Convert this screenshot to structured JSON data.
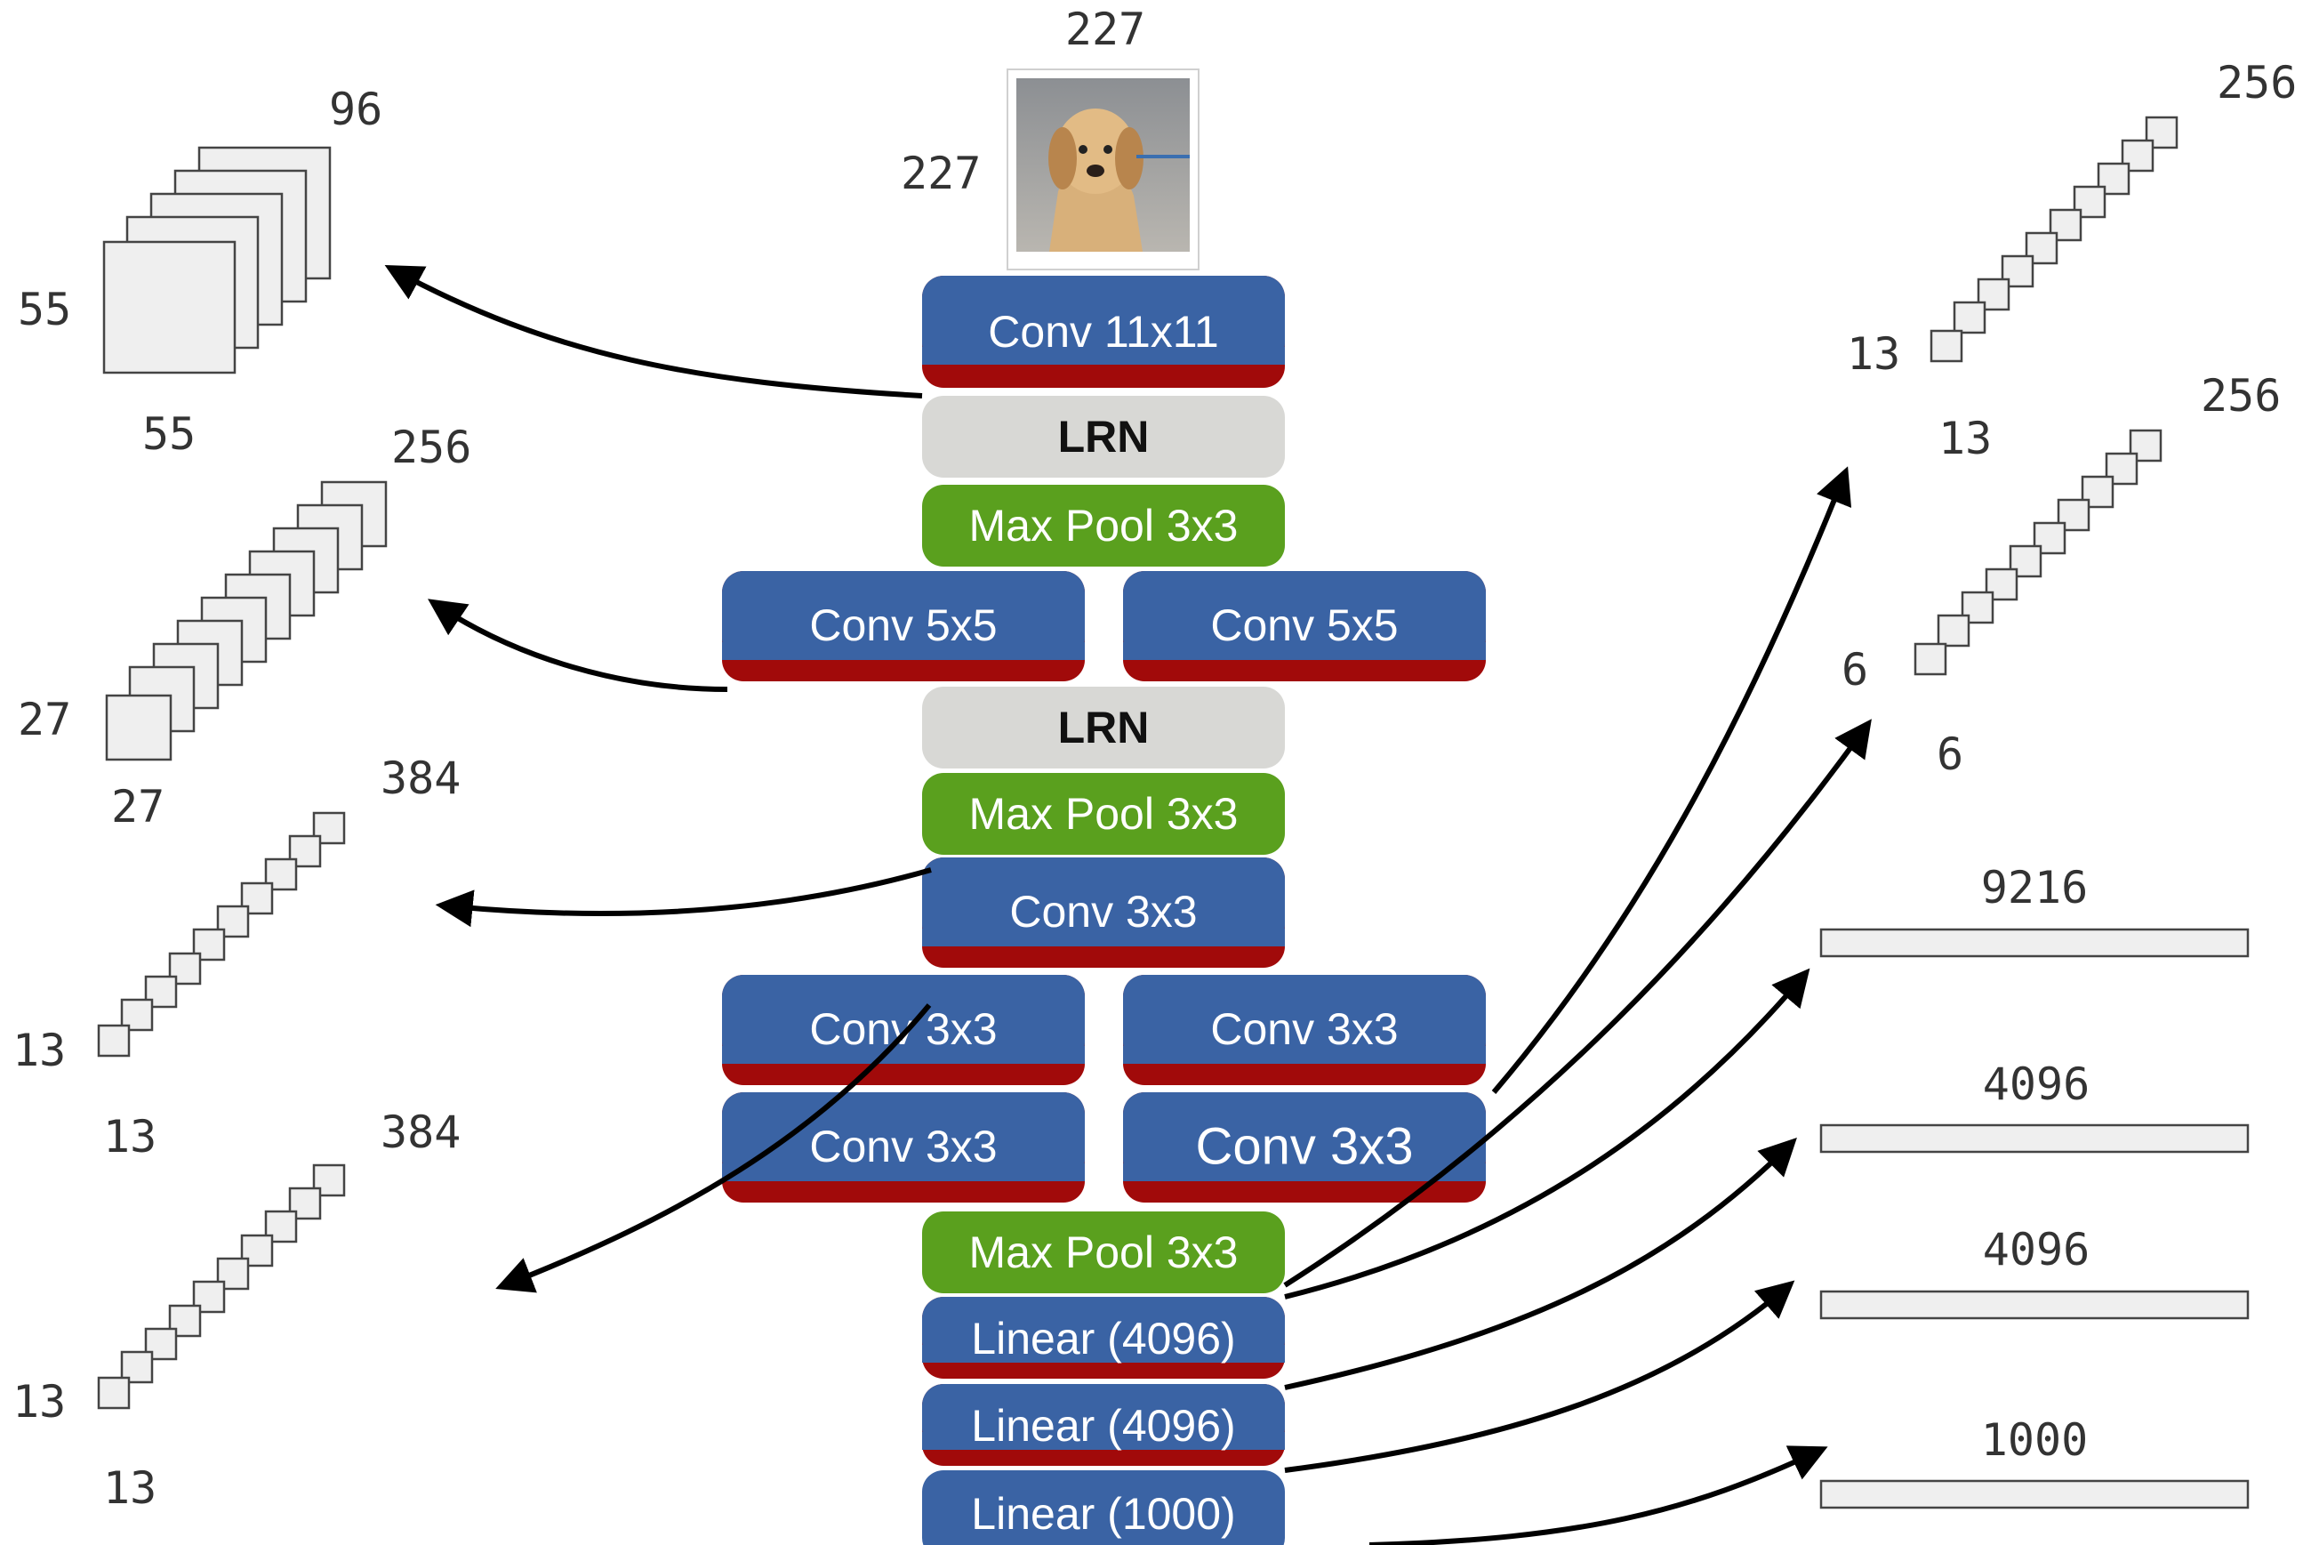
{
  "input": {
    "width_label": "227",
    "height_label": "227",
    "photo_subject": "puppy photo"
  },
  "colors": {
    "conv": "#3a63a4",
    "conv_stripe": "#a10a0a",
    "lrn": "#d8d8d5",
    "pool": "#5aa01e",
    "linear": "#3a63a4"
  },
  "layers": {
    "conv1": "Conv 11x11",
    "lrn1": "LRN",
    "pool1": "Max Pool 3x3",
    "conv2a": "Conv 5x5",
    "conv2b": "Conv 5x5",
    "lrn2": "LRN",
    "pool2": "Max Pool 3x3",
    "conv3": "Conv 3x3",
    "conv4a": "Conv 3x3",
    "conv4b": "Conv 3x3",
    "conv5a": "Conv 3x3",
    "conv5b": "Conv 3x3",
    "pool3": "Max Pool 3x3",
    "fc1": "Linear (4096)",
    "fc2": "Linear (4096)",
    "fc3": "Linear (1000)"
  },
  "left_maps": [
    {
      "depth": "96",
      "height": "55",
      "width": "55"
    },
    {
      "depth": "256",
      "height": "27",
      "width": "27"
    },
    {
      "depth": "384",
      "height": "13",
      "width": "13"
    },
    {
      "depth": "384",
      "height": "13",
      "width": "13"
    }
  ],
  "right_maps": [
    {
      "depth": "256",
      "height": "13",
      "width": "13"
    },
    {
      "depth": "256",
      "height": "6",
      "width": "6"
    }
  ],
  "vectors": [
    {
      "size": "9216"
    },
    {
      "size": "4096"
    },
    {
      "size": "4096"
    },
    {
      "size": "1000"
    }
  ]
}
